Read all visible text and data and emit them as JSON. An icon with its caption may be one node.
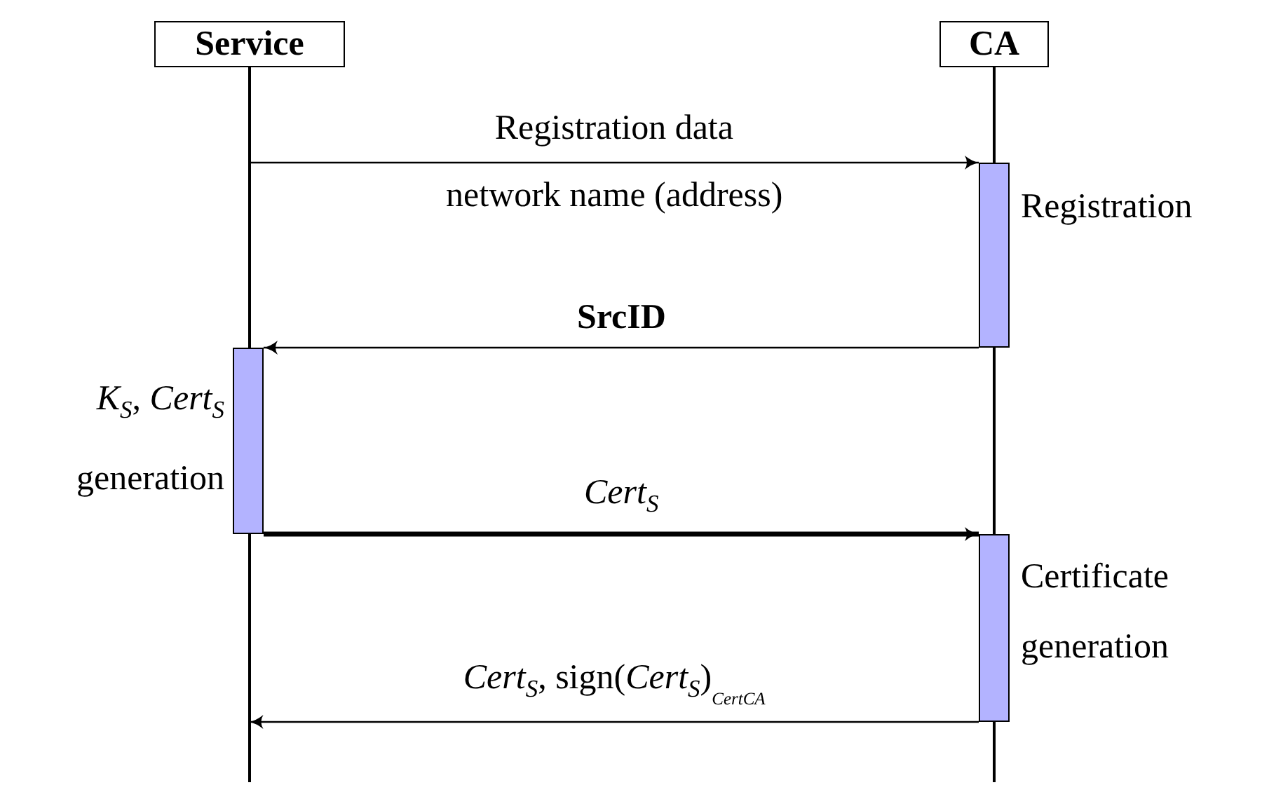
{
  "diagram": {
    "nodes": [
      {
        "text": [
          "Service"
        ]
      },
      {
        "text": [
          "CA"
        ]
      },
      {
        "text": [],
        "shape": "line"
      },
      {
        "text": [],
        "shape": "line"
      },
      {
        "text": [],
        "shape": "bar",
        "beside": [
          "Registration"
        ]
      },
      {
        "text": [],
        "shape": "bar",
        "beside": [
          "*K*$_{S}$, *Cert*$_{S}$ generation"
        ]
      },
      {
        "text": [],
        "shape": "bar",
        "beside": [
          "Certificate generation"
        ]
      }
    ],
    "edges": [
      {
        "from": 2,
        "to": 4,
        "arrow": "to",
        "label": "Registration data"
      },
      {
        "from": 4,
        "to": 5,
        "arrow": "to",
        "label": "SrcID"
      },
      {
        "from": 5,
        "to": 6,
        "arrow": "to",
        "label": "*Cert*$_{S}$",
        "style": "thick"
      },
      {
        "from": 6,
        "to": 2,
        "arrow": "to",
        "label": "*Cert*$_{S}$, sign(*Cert*$_{S}$)$_{Cert}$$_{CA}$"
      }
    ],
    "labels": [
      "network name (address)"
    ]
  }
}
